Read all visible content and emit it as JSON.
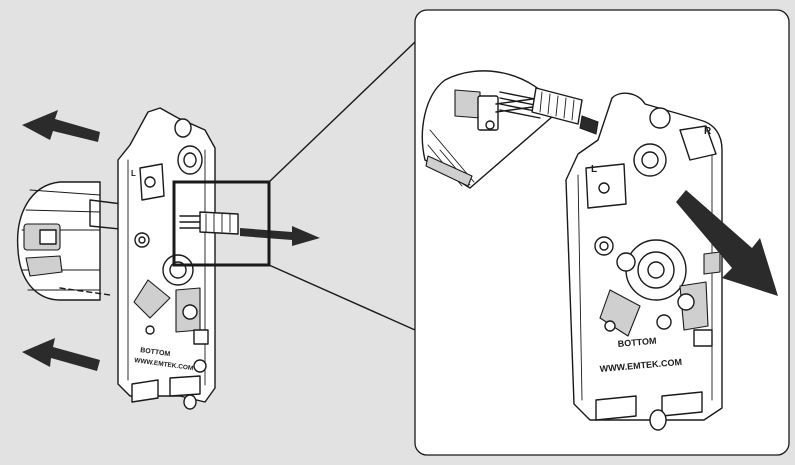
{
  "figure": {
    "small_view": {
      "side_mark_left": "L",
      "stamp_line1": "BOTTOM",
      "stamp_line2": "WWW.EMTEK.COM"
    },
    "zoom_view": {
      "side_mark_left": "L",
      "side_mark_right": "R",
      "stamp_line1": "BOTTOM",
      "stamp_line2": "WWW.EMTEK.COM"
    }
  }
}
